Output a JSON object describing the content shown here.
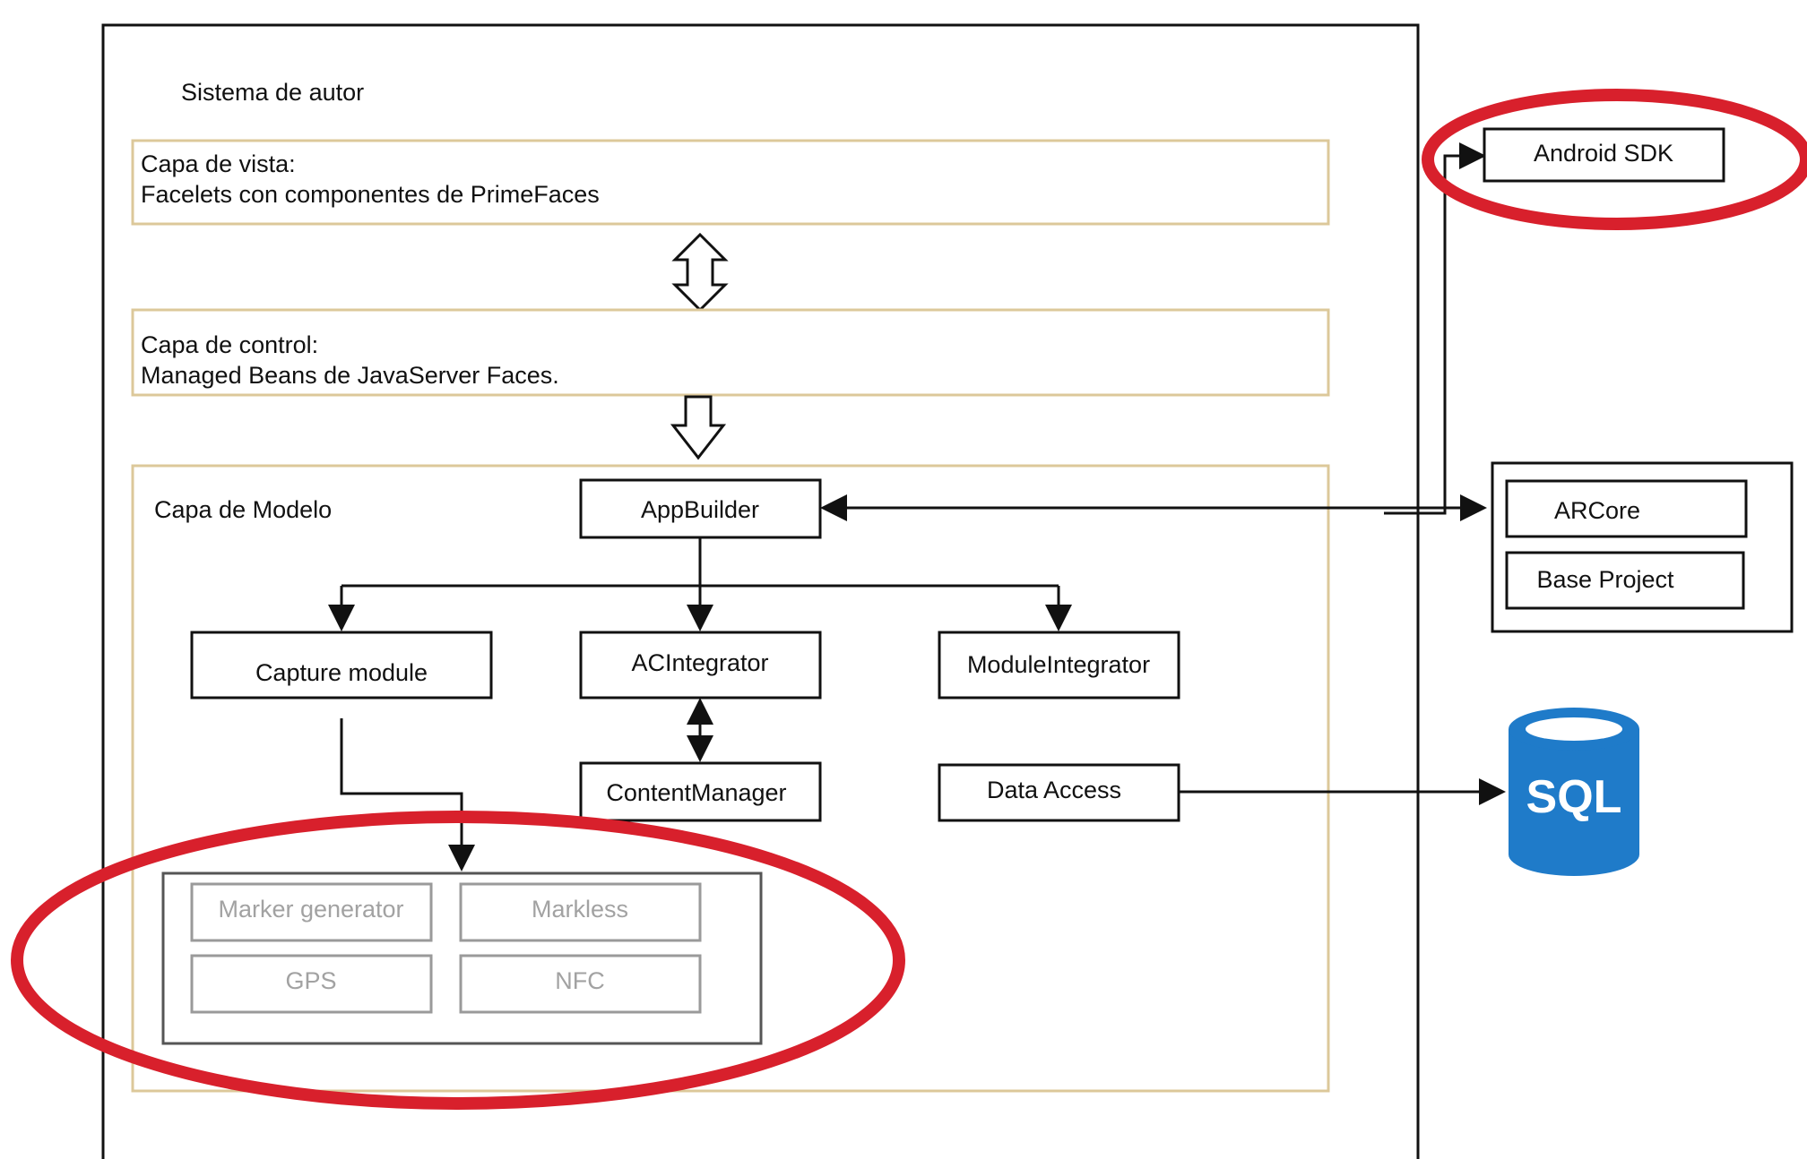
{
  "system": {
    "title": "Sistema de autor"
  },
  "layers": {
    "view": {
      "line1": "Capa de vista:",
      "line2": "Facelets con componentes de PrimeFaces"
    },
    "control": {
      "line1": "Capa de control:",
      "line2": "Managed Beans de JavaServer Faces."
    },
    "model": {
      "title": "Capa de Modelo"
    }
  },
  "modules": {
    "app_builder": "AppBuilder",
    "capture": "Capture module",
    "ac_integrator": "ACIntegrator",
    "module_integrator": "ModuleIntegrator",
    "content_manager": "ContentManager",
    "data_access": "Data Access"
  },
  "capture_submodules": [
    "Marker generator",
    "Markless",
    "GPS",
    "NFC"
  ],
  "external": {
    "android_sdk": "Android SDK",
    "arcore": "ARCore",
    "base_project": "Base Project",
    "database_label": "SQL"
  },
  "colors": {
    "highlight": "#d8202c",
    "layer_border": "#dcc89a",
    "database": "#1f7bc9",
    "database_top": "#2e8fdc"
  }
}
